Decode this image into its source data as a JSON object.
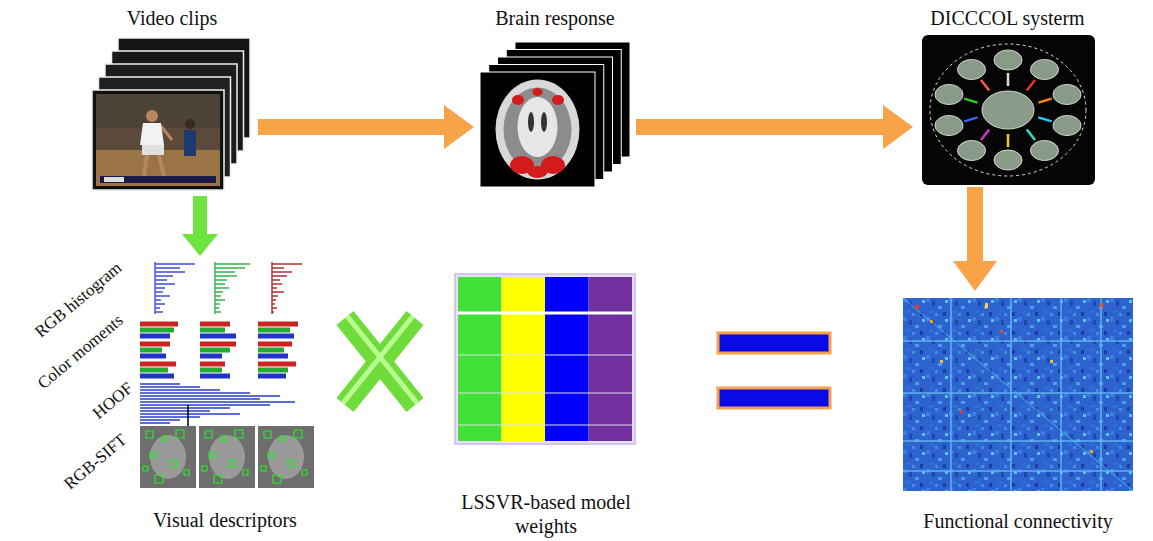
{
  "diagram": {
    "nodes": [
      {
        "text": [
          "Video clips"
        ]
      },
      {
        "text": [
          "Brain response"
        ]
      },
      {
        "text": [
          "DICCCOL systerm"
        ]
      },
      {
        "text": [
          "Visual descriptors"
        ]
      },
      {
        "text": [
          "LSSVR-based model weights"
        ]
      },
      {
        "text": [
          "Functional connectivity"
        ]
      }
    ],
    "edges": [
      {
        "from": 0,
        "to": 1,
        "arrow": "to"
      },
      {
        "from": 1,
        "to": 2,
        "arrow": "to"
      },
      {
        "from": 2,
        "to": 5,
        "arrow": "to"
      },
      {
        "from": 0,
        "to": 3,
        "arrow": "to"
      }
    ],
    "labels": [
      "RGB histogram",
      "Color moments",
      "HOOF",
      "RGB-SIFT"
    ]
  }
}
